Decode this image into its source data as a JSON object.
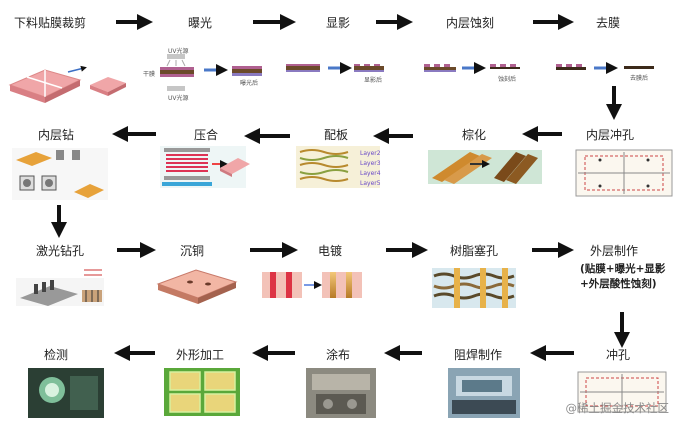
{
  "steps": {
    "s1": "下料贴膜裁剪",
    "s2": "曝光",
    "s3": "显影",
    "s4": "内层蚀刻",
    "s5": "去膜",
    "s6": "内层冲孔",
    "s7": "棕化",
    "s8": "配板",
    "s9": "压合",
    "s10": "内层钻",
    "s11": "激光钻孔",
    "s12": "沉铜",
    "s13": "电镀",
    "s14": "树脂塞孔",
    "s15": "外层制作",
    "s16": "冲孔",
    "s17": "阻焊制作",
    "s18": "涂布",
    "s19": "外形加工",
    "s20": "检测"
  },
  "s15_note": "(贴膜+曝光+显影+外层酸性蚀刻)",
  "small_labels": {
    "uv_top": "UV光源",
    "uv_bottom": "UV光源",
    "film": "干膜",
    "after_expose": "曝光后",
    "after_develop": "显影后",
    "after_etch": "蚀刻后",
    "after_strip": "去膜后",
    "layer2": "Layer2",
    "layer3": "Layer3",
    "layer4": "Layer4",
    "layer5": "Layer5"
  },
  "watermark": "@稀土掘金技术社区",
  "colors": {
    "arrow": "#111111",
    "pink": "#e98a8f",
    "copper": "#d78a3a",
    "green": "#6a9c3a"
  }
}
